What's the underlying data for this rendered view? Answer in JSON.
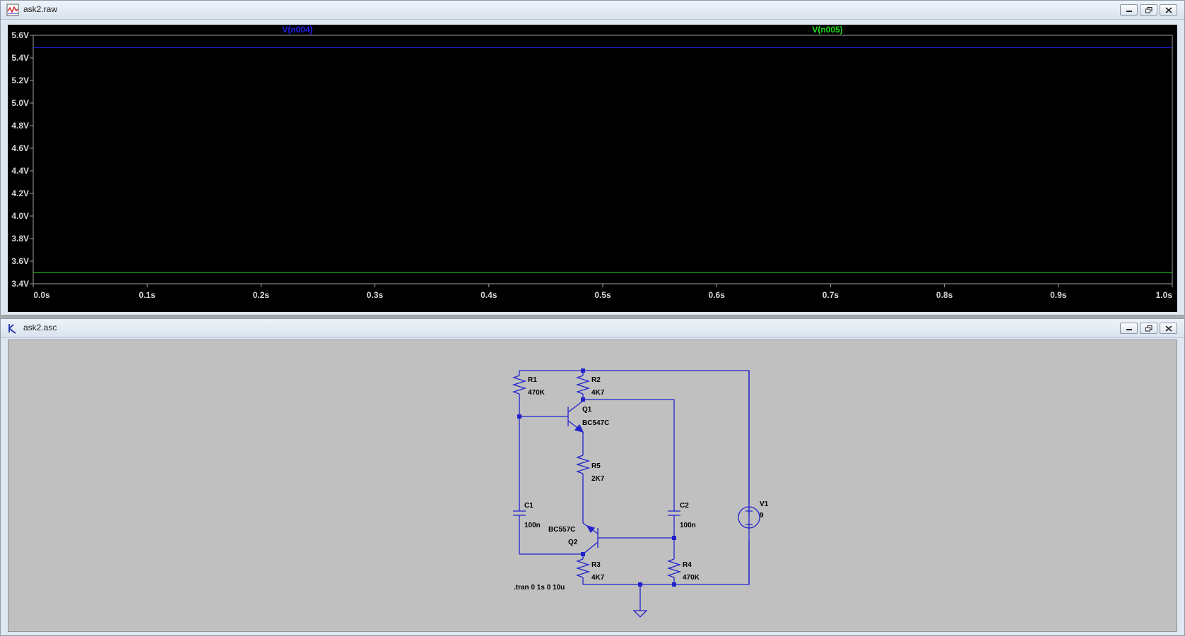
{
  "waveform_window": {
    "title": "ask2.raw",
    "window_controls": [
      "minimize",
      "restore",
      "close"
    ]
  },
  "schematic_window": {
    "title": "ask2.asc",
    "window_controls": [
      "minimize",
      "restore",
      "close"
    ]
  },
  "chart_data": {
    "type": "line",
    "title": "",
    "xlabel": "",
    "ylabel": "",
    "xlim": [
      0,
      1.0
    ],
    "ylim": [
      3.4,
      5.6
    ],
    "x_ticks": [
      0.0,
      0.1,
      0.2,
      0.3,
      0.4,
      0.5,
      0.6,
      0.7,
      0.8,
      0.9,
      1.0
    ],
    "x_tick_labels": [
      "0.0s",
      "0.1s",
      "0.2s",
      "0.3s",
      "0.4s",
      "0.5s",
      "0.6s",
      "0.7s",
      "0.8s",
      "0.9s",
      "1.0s"
    ],
    "y_ticks": [
      5.6,
      5.4,
      5.2,
      5.0,
      4.8,
      4.6,
      4.4,
      4.2,
      4.0,
      3.8,
      3.6,
      3.4
    ],
    "y_tick_labels": [
      "5.6V",
      "5.4V",
      "5.2V",
      "5.0V",
      "4.8V",
      "4.6V",
      "4.4V",
      "4.2V",
      "4.0V",
      "3.8V",
      "3.6V",
      "3.4V"
    ],
    "grid": false,
    "legend": "top",
    "background": "#000000",
    "axis_color": "#a0a0a0",
    "label_color": "#d8d8d8",
    "series": [
      {
        "name": "V(n004)",
        "color": "#2020e8",
        "x": [
          0.0,
          1.0
        ],
        "y": [
          5.49,
          5.49
        ]
      },
      {
        "name": "V(n005)",
        "color": "#20e020",
        "x": [
          0.0,
          1.0
        ],
        "y": [
          3.5,
          3.5
        ]
      }
    ]
  },
  "schematic": {
    "wire_color": "#2222cc",
    "labels": {
      "r1_name": "R1",
      "r1_value": "470K",
      "r2_name": "R2",
      "r2_value": "4K7",
      "q1_name": "Q1",
      "q1_model": "BC547C",
      "r5_name": "R5",
      "r5_value": "2K7",
      "c1_name": "C1",
      "c1_value": "100n",
      "c2_name": "C2",
      "c2_value": "100n",
      "q2_model": "BC557C",
      "q2_name": "Q2",
      "r3_name": "R3",
      "r3_value": "4K7",
      "r4_name": "R4",
      "r4_value": "470K",
      "v1_name": "V1",
      "v1_value": "9",
      "directive": ".tran 0 1s 0 10u"
    }
  }
}
